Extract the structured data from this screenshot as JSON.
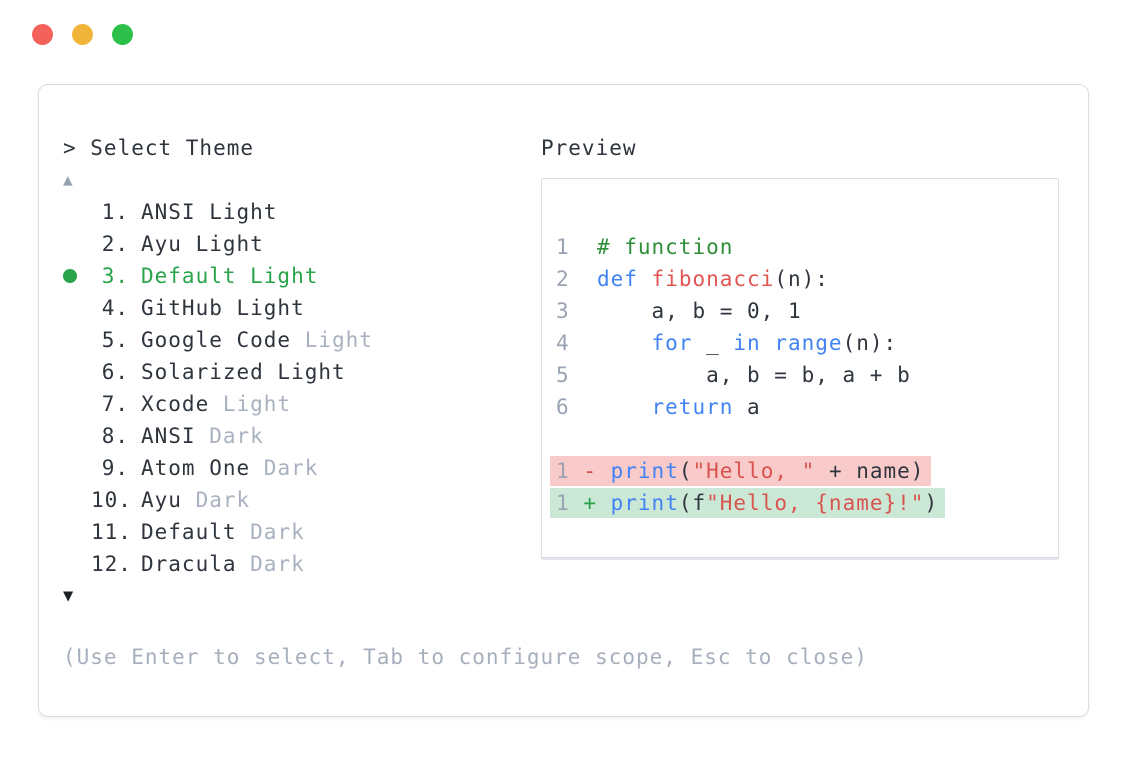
{
  "colors": {
    "text-dark": "#2f353d",
    "text-gray": "#a9b1c0",
    "accent-green": "#2aa44a",
    "help-gray": "#a7afbd",
    "scroll-up": "#97a1b2",
    "scroll-down": "#1c2026",
    "border": "#d9dde4",
    "line-number": "#9aa3b3",
    "kw-blue": "#4183f4",
    "fn-red": "#e05552",
    "str-red": "#d9534f",
    "cm-green": "#2e8f38",
    "del-red": "#d04a48",
    "add-green": "#27a348",
    "del-bg": "#f9caca",
    "add-bg": "#cbe7d5",
    "light-red": "#f4615a",
    "light-yellow": "#f2b53c",
    "light-green": "#2cc04b"
  },
  "window": {
    "controls": [
      {
        "name": "close"
      },
      {
        "name": "minimize"
      },
      {
        "name": "zoom"
      }
    ]
  },
  "icons": {
    "scroll_up": "▲",
    "scroll_down": "▼",
    "selected_bullet": "●"
  },
  "theme_selector": {
    "prompt": "> Select Theme",
    "items": [
      {
        "number": "1.",
        "name": "ANSI Light",
        "variant": "",
        "selected": false
      },
      {
        "number": "2.",
        "name": "Ayu Light",
        "variant": "",
        "selected": false
      },
      {
        "number": "3.",
        "name": "Default Light",
        "variant": "",
        "selected": true
      },
      {
        "number": "4.",
        "name": "GitHub Light",
        "variant": "",
        "selected": false
      },
      {
        "number": "5.",
        "name": "Google Code",
        "variant": "Light",
        "selected": false
      },
      {
        "number": "6.",
        "name": "Solarized Light",
        "variant": "",
        "selected": false
      },
      {
        "number": "7.",
        "name": "Xcode",
        "variant": "Light",
        "selected": false
      },
      {
        "number": "8.",
        "name": "ANSI",
        "variant": "Dark",
        "selected": false
      },
      {
        "number": "9.",
        "name": "Atom One",
        "variant": "Dark",
        "selected": false
      },
      {
        "number": "10.",
        "name": "Ayu",
        "variant": "Dark",
        "selected": false
      },
      {
        "number": "11.",
        "name": "Default",
        "variant": "Dark",
        "selected": false
      },
      {
        "number": "12.",
        "name": "Dracula",
        "variant": "Dark",
        "selected": false
      }
    ],
    "help_text": "(Use Enter to select, Tab to configure scope, Esc to close)"
  },
  "preview": {
    "title": "Preview",
    "code_lines": [
      {
        "num": "1",
        "tokens": [
          [
            "pl",
            "  "
          ],
          [
            "cm",
            "# function"
          ]
        ]
      },
      {
        "num": "2",
        "tokens": [
          [
            "pl",
            "  "
          ],
          [
            "kw",
            "def"
          ],
          [
            "pl",
            " "
          ],
          [
            "fn",
            "fibonacci"
          ],
          [
            "pl",
            "(n):"
          ]
        ]
      },
      {
        "num": "3",
        "tokens": [
          [
            "pl",
            "      a, b = 0, 1"
          ]
        ]
      },
      {
        "num": "4",
        "tokens": [
          [
            "pl",
            "      "
          ],
          [
            "kw",
            "for"
          ],
          [
            "pl",
            " _ "
          ],
          [
            "kw",
            "in"
          ],
          [
            "pl",
            " "
          ],
          [
            "kw",
            "range"
          ],
          [
            "pl",
            "(n):"
          ]
        ]
      },
      {
        "num": "5",
        "tokens": [
          [
            "pl",
            "          a, b = b, a + b"
          ]
        ]
      },
      {
        "num": "6",
        "tokens": [
          [
            "pl",
            "      "
          ],
          [
            "kw",
            "return"
          ],
          [
            "pl",
            " a"
          ]
        ]
      },
      {
        "num": "",
        "tokens": []
      },
      {
        "num": "1",
        "highlight": "del",
        "tokens": [
          [
            "pl",
            " "
          ],
          [
            "del",
            "-"
          ],
          [
            "pl",
            " "
          ],
          [
            "kw",
            "print"
          ],
          [
            "pl",
            "("
          ],
          [
            "str",
            "\"Hello, \""
          ],
          [
            "pl",
            " + name)"
          ]
        ]
      },
      {
        "num": "1",
        "highlight": "add",
        "tokens": [
          [
            "pl",
            " "
          ],
          [
            "add",
            "+"
          ],
          [
            "pl",
            " "
          ],
          [
            "kw",
            "print"
          ],
          [
            "pl",
            "(f"
          ],
          [
            "str",
            "\"Hello, {name}!\""
          ],
          [
            "pl",
            ")"
          ]
        ]
      }
    ]
  }
}
